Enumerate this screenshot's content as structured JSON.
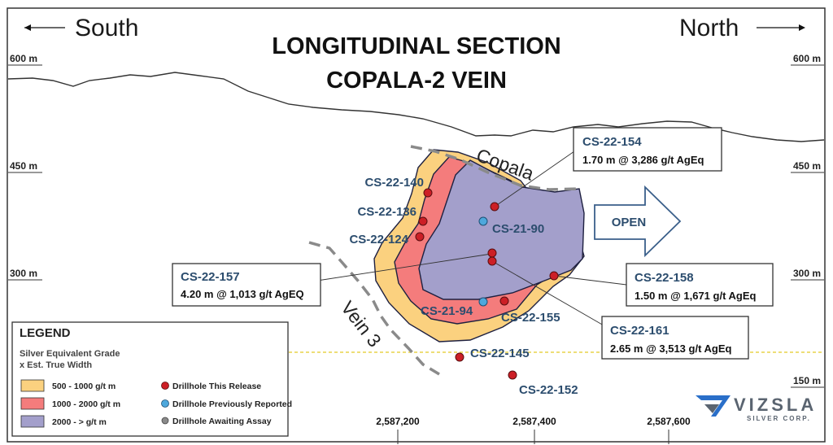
{
  "direction": {
    "left": "South",
    "right": "North"
  },
  "title": {
    "line1": "LONGITUDINAL SECTION",
    "line2": "COPALA-2 VEIN"
  },
  "elevations": {
    "e600": "600 m",
    "e450": "450 m",
    "e300": "300 m",
    "e150": "150 m"
  },
  "veins": {
    "copala": "Copala",
    "vein3": "Vein 3"
  },
  "open_label": "OPEN",
  "drillholes": {
    "cs22_140": "CS-22-140",
    "cs22_136": "CS-22-136",
    "cs22_124": "CS-22-124",
    "cs21_90": "CS-21-90",
    "cs21_94": "CS-21-94",
    "cs22_155": "CS-22-155",
    "cs22_145": "CS-22-145",
    "cs22_152": "CS-22-152"
  },
  "callouts": {
    "cs22_154": {
      "id": "CS-22-154",
      "value": "1.70 m @ 3,286 g/t AgEq"
    },
    "cs22_157": {
      "id": "CS-22-157",
      "value": "4.20 m @ 1,013 g/t AgEQ"
    },
    "cs22_158": {
      "id": "CS-22-158",
      "value": "1.50 m @ 1,671 g/t AgEq"
    },
    "cs22_161": {
      "id": "CS-22-161",
      "value": "2.65 m @ 3,513 g/t AgEq"
    }
  },
  "legend": {
    "title": "LEGEND",
    "subtitle_1": "Silver Equivalent Grade",
    "subtitle_2": "x Est. True Width",
    "grade_500": "500 - 1000 g/t m",
    "grade_1000": "1000 - 2000 g/t m",
    "grade_2000": "2000 - > g/t m",
    "dh_release": "Drillhole This Release",
    "dh_previous": "Drillhole Previously Reported",
    "dh_awaiting": "Drillhole Awaiting Assay"
  },
  "coordinates": {
    "c1": "2,587,200",
    "c2": "2,587,400",
    "c3": "2,587,600"
  },
  "logo": {
    "name": "VIZSLA",
    "sub": "SILVER CORP."
  },
  "colors": {
    "grade_500": "#fbd17f",
    "grade_1000": "#f47c7c",
    "grade_2000": "#a39fcb",
    "drillhole_release": "#cc1f26",
    "drillhole_previous": "#4ea8dc",
    "drillhole_awaiting": "#8a8a8a",
    "label_blue": "#2c4d6e"
  }
}
